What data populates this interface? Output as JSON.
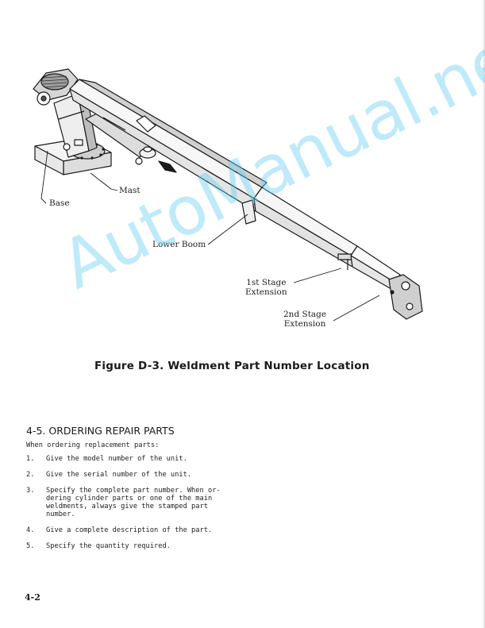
{
  "figure": {
    "labels": {
      "mast": "Mast",
      "base": "Base",
      "lower_boom": "Lower Boom",
      "first_stage": [
        "1st Stage",
        "Extension"
      ],
      "second_stage": [
        "2nd Stage",
        "Extension"
      ]
    },
    "caption": "Figure D-3. Weldment Part Number Location"
  },
  "watermark": "AutoManual.net",
  "section": {
    "heading": "4-5. ORDERING REPAIR PARTS",
    "intro": "When ordering replacement parts:",
    "steps": [
      {
        "num": "1.",
        "lines": [
          "Give the model number of the unit."
        ]
      },
      {
        "num": "2.",
        "lines": [
          "Give the serial number of the unit."
        ]
      },
      {
        "num": "3.",
        "lines": [
          "Specify the complete part number.  When or-",
          "dering cylinder parts or one of the main",
          "weldments, always give the stamped part",
          "number."
        ]
      },
      {
        "num": "4.",
        "lines": [
          "Give a complete description of the part."
        ]
      },
      {
        "num": "5.",
        "lines": [
          "Specify the quantity required."
        ]
      }
    ]
  },
  "page_number": "4-2"
}
